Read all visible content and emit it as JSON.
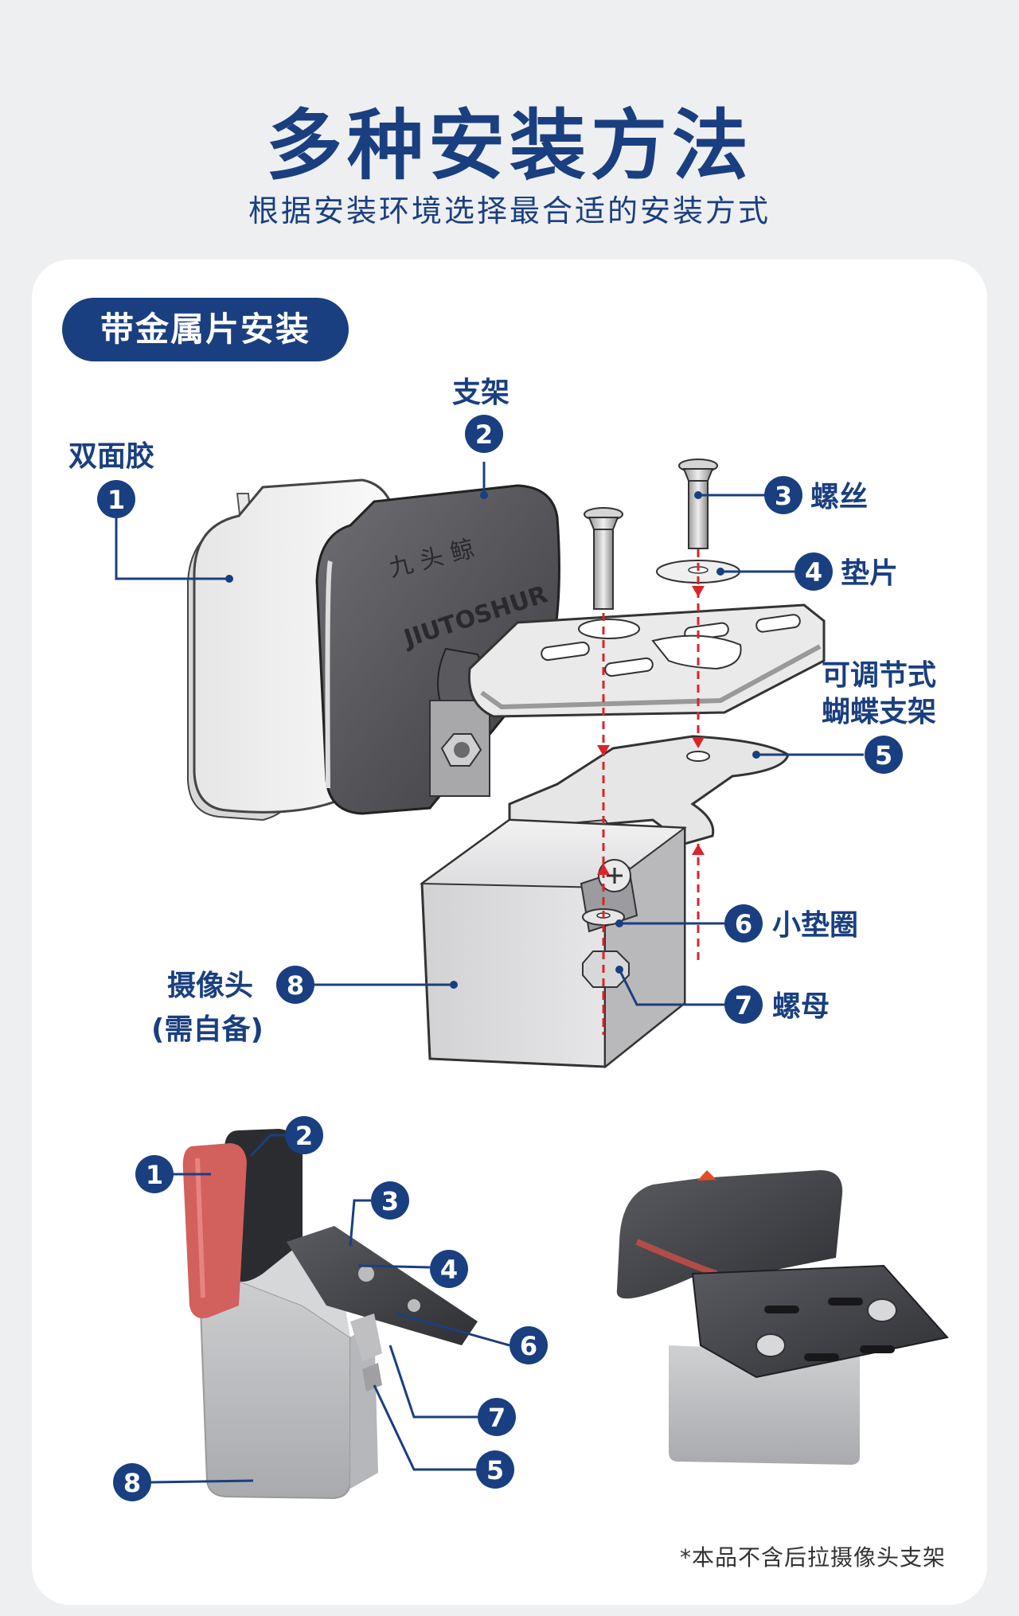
{
  "header": {
    "title": "多种安装方法",
    "subtitle": "根据安装环境选择最合适的安装方式"
  },
  "section": {
    "label": "带金属片安装"
  },
  "parts": {
    "p1": {
      "num": "1",
      "name": "双面胶"
    },
    "p2": {
      "num": "2",
      "name": "支架"
    },
    "p3": {
      "num": "3",
      "name": "螺丝"
    },
    "p4": {
      "num": "4",
      "name": "垫片"
    },
    "p5": {
      "num": "5",
      "name_line1": "可调节式",
      "name_line2": "蝴蝶支架"
    },
    "p6": {
      "num": "6",
      "name": "小垫圈"
    },
    "p7": {
      "num": "7",
      "name": "螺母"
    },
    "p8": {
      "num": "8",
      "name_line1": "摄像头",
      "name_line2": "(需自备)"
    }
  },
  "brand": {
    "cn": "九 头 鲸",
    "en": "JIUTOSHUR"
  },
  "footnote": "*本品不含后拉摄像头支架",
  "colors": {
    "accent": "#1a3f80",
    "dash": "#d9252a",
    "tape": "#c94a4a"
  }
}
